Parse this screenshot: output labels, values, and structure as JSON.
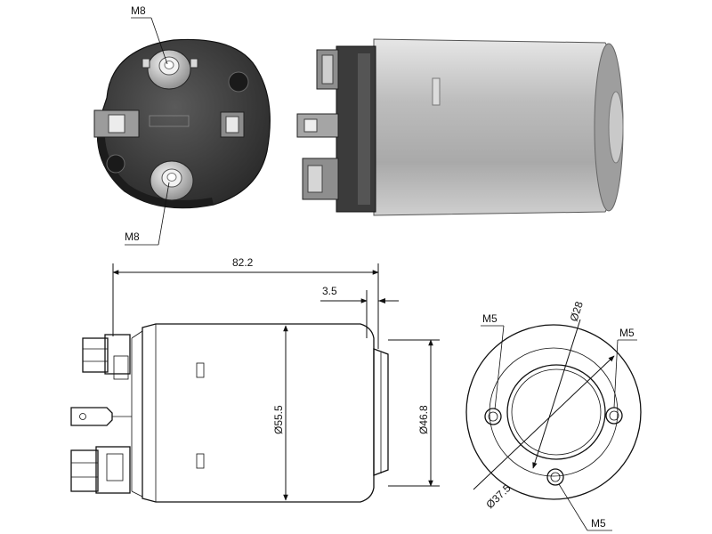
{
  "top_view": {
    "thread_top": "M8",
    "thread_bottom": "M8"
  },
  "side_view": {
    "overall_length": "82.2",
    "flange_width": "3.5",
    "body_diameter": "Ø55.5",
    "nose_diameter": "Ø46.8"
  },
  "end_view": {
    "hole_left": "M5",
    "hole_right": "M5",
    "hole_bottom": "M5",
    "bore_diameter": "Ø28",
    "bolt_circle_diameter": "Ø37.5"
  },
  "colors": {
    "cap_dark": "#3a3a3a",
    "can_metal": "#b9b9b9",
    "line": "#111111"
  }
}
